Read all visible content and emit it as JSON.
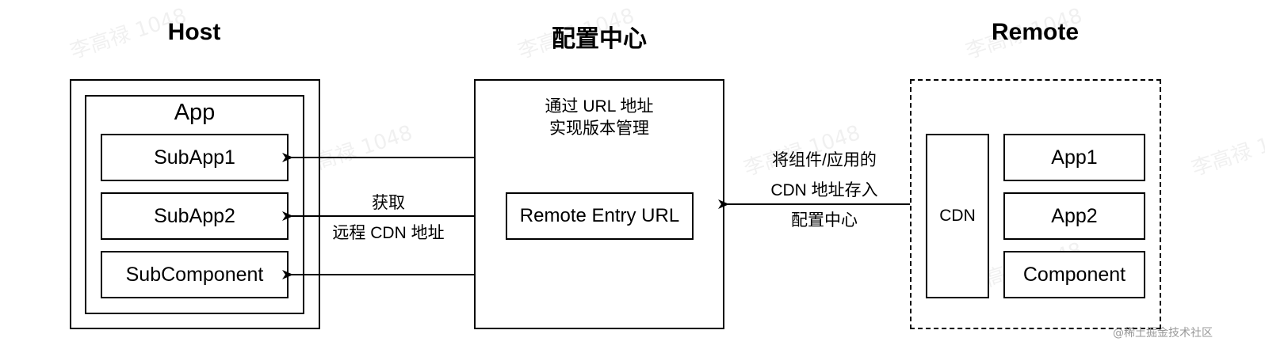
{
  "host": {
    "title": "Host",
    "app_label": "App",
    "items": [
      "SubApp1",
      "SubApp2",
      "SubComponent"
    ]
  },
  "config_center": {
    "title": "配置中心",
    "desc_line1": "通过 URL 地址",
    "desc_line2": "实现版本管理",
    "entry_label": "Remote Entry URL"
  },
  "remote": {
    "title": "Remote",
    "cdn_label": "CDN",
    "items": [
      "App1",
      "App2",
      "Component"
    ]
  },
  "edge_labels": {
    "fetch_line1": "获取",
    "fetch_line2": "远程 CDN 地址",
    "store_line1": "将组件/应用的",
    "store_line2": "CDN 地址存入",
    "store_line3": "配置中心"
  },
  "watermark_text": "李高禄 1048",
  "footer_credit": "@稀土掘金技术社区"
}
